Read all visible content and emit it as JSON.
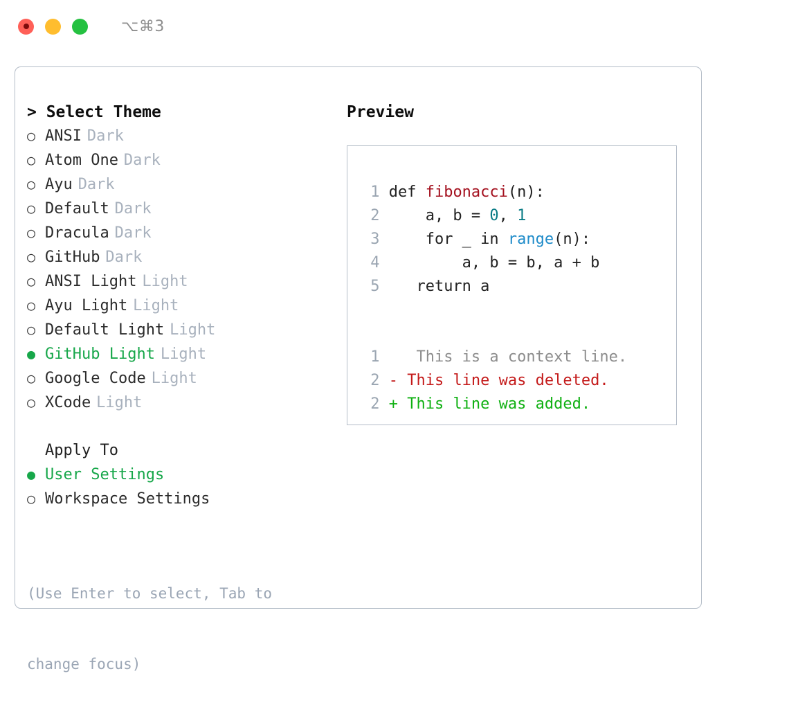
{
  "titlebar": {
    "shortcut": "⌥⌘3",
    "dots": [
      {
        "name": "close",
        "color": "#ff6058"
      },
      {
        "name": "minimize",
        "color": "#ffbd2e"
      },
      {
        "name": "maximize",
        "color": "#25c141"
      }
    ]
  },
  "colors": {
    "selected_green": "#17a74a",
    "muted_gray": "#a8b1bd",
    "hint_gray": "#9aa5b4",
    "border": "#b3bcc7",
    "line_number": "#9aa5b1",
    "diff_delete_red": "#c41a1a",
    "diff_add_green": "#0fb012",
    "syntax_function": "#a4111f",
    "syntax_number": "#0b7c86",
    "syntax_call": "#1e8bc9"
  },
  "theme_list": {
    "title": "> Select Theme",
    "title_prefix": ">",
    "marker_unselected": "○",
    "marker_selected": "●",
    "items": [
      {
        "label": "ANSI",
        "category": "Dark",
        "selected": false
      },
      {
        "label": "Atom One",
        "category": "Dark",
        "selected": false
      },
      {
        "label": "Ayu",
        "category": "Dark",
        "selected": false
      },
      {
        "label": "Default",
        "category": "Dark",
        "selected": false
      },
      {
        "label": "Dracula",
        "category": "Dark",
        "selected": false
      },
      {
        "label": "GitHub",
        "category": "Dark",
        "selected": false
      },
      {
        "label": "ANSI Light",
        "category": "Light",
        "selected": false
      },
      {
        "label": "Ayu Light",
        "category": "Light",
        "selected": false
      },
      {
        "label": "Default Light",
        "category": "Light",
        "selected": false
      },
      {
        "label": "GitHub Light",
        "category": "Light",
        "selected": true
      },
      {
        "label": "Google Code",
        "category": "Light",
        "selected": false
      },
      {
        "label": "XCode",
        "category": "Light",
        "selected": false
      }
    ]
  },
  "apply_to": {
    "heading": "Apply To",
    "items": [
      {
        "label": "User Settings",
        "selected": true
      },
      {
        "label": "Workspace Settings",
        "selected": false
      }
    ]
  },
  "hint": {
    "line1": "(Use Enter to select, Tab to",
    "line2": "change focus)"
  },
  "preview": {
    "title": "Preview",
    "code_lines": [
      {
        "number": "1",
        "tokens": [
          {
            "text": "def ",
            "type": "plain"
          },
          {
            "text": "fibonacci",
            "type": "fn"
          },
          {
            "text": "(n):",
            "type": "plain"
          }
        ]
      },
      {
        "number": "2",
        "tokens": [
          {
            "text": "    a, b = ",
            "type": "plain"
          },
          {
            "text": "0",
            "type": "num"
          },
          {
            "text": ", ",
            "type": "plain"
          },
          {
            "text": "1",
            "type": "num"
          }
        ]
      },
      {
        "number": "3",
        "tokens": [
          {
            "text": "    for _ in ",
            "type": "plain"
          },
          {
            "text": "range",
            "type": "call"
          },
          {
            "text": "(n):",
            "type": "plain"
          }
        ]
      },
      {
        "number": "4",
        "tokens": [
          {
            "text": "        a, b = b, a + b",
            "type": "plain"
          }
        ]
      },
      {
        "number": "5",
        "tokens": [
          {
            "text": "   return a",
            "type": "plain"
          }
        ]
      }
    ],
    "diff_lines": [
      {
        "number": "1",
        "marker": " ",
        "text": "  This is a context line.",
        "kind": "context"
      },
      {
        "number": "2",
        "marker": "-",
        "text": " This line was deleted.",
        "kind": "delete"
      },
      {
        "number": "2",
        "marker": "+",
        "text": " This line was added.",
        "kind": "add"
      }
    ]
  }
}
